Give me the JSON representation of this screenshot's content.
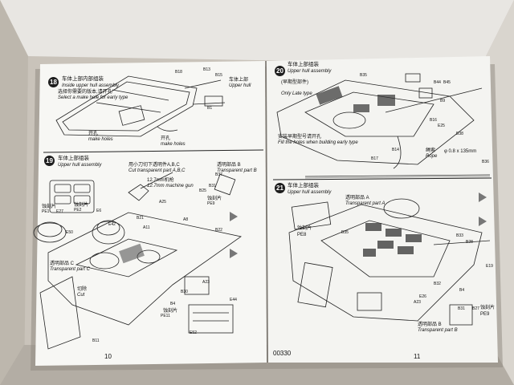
{
  "page_left": {
    "step18": {
      "number": "18",
      "title_cn": "车体上部内部组装",
      "title_en": "Inside upper hull assembly",
      "note_cn": "选择你需要的版本,请开孔",
      "note_en": "Select a make hole for early type",
      "make_holes_cn": "开孔",
      "make_holes_en": "make holes",
      "upper_hull_cn": "车体上部",
      "upper_hull_en": "Upper hull",
      "parts": [
        "B18",
        "B13",
        "B1",
        "B15"
      ]
    },
    "step19": {
      "number": "19",
      "title_cn": "车体上部组装",
      "title_en": "Upper hull assembly",
      "cut_note_cn": "用小刀切下透明件A,B,C",
      "cut_note_en": "Cut transparent part A,B,C",
      "mg_cn": "12.7mm机枪",
      "mg_en": "12.7mm machine gun",
      "transparent_b_cn": "透明部品 B",
      "transparent_b_en": "Transparent part B",
      "transparent_c_cn": "透明部品 C",
      "transparent_c_en": "Transparent part C",
      "etched_cn": "蚀刻片",
      "cut_cn": "切除",
      "cut_en": "Cut",
      "parts": [
        "PE1",
        "E27",
        "PE2",
        "E50",
        "E6",
        "E42",
        "B21",
        "A25",
        "A11",
        "A8",
        "B22",
        "B25",
        "B31",
        "PE9",
        "B37",
        "B30",
        "A23",
        "B4",
        "B11",
        "E44",
        "E52",
        "PE11"
      ]
    },
    "page_number": "10"
  },
  "page_right": {
    "step20": {
      "number": "20",
      "title_cn": "车体上部组装",
      "title_en": "Upper hull assembly",
      "early_cn": "(早期型部件)",
      "early_en": "Only Late type",
      "holes_cn": "安装早期型号请开孔",
      "holes_en": "Fill the holes when building early type",
      "rope_cn": "绳索",
      "rope_en": "Rope",
      "rope_value": "φ 0.8 x 135mm",
      "parts": [
        "B17",
        "B14",
        "B9",
        "B44",
        "B45",
        "B36",
        "E25",
        "B38",
        "B35",
        "B16"
      ]
    },
    "step21": {
      "number": "21",
      "title_cn": "车体上部组装",
      "title_en": "Upper hull assembly",
      "transparent_a_cn": "透明部品 A",
      "transparent_a_en": "Transparent part A",
      "pe8_cn": "蚀刻片",
      "pe8": "PE8",
      "pe9": "PE9",
      "transparent_b_cn": "透明部品 B",
      "transparent_b_en": "Transparent part B",
      "parts": [
        "B35",
        "E26",
        "A23",
        "B32",
        "B31",
        "B27",
        "E19",
        "B4",
        "B28",
        "B33"
      ]
    },
    "page_number": "11",
    "catalog_code": "00330"
  }
}
